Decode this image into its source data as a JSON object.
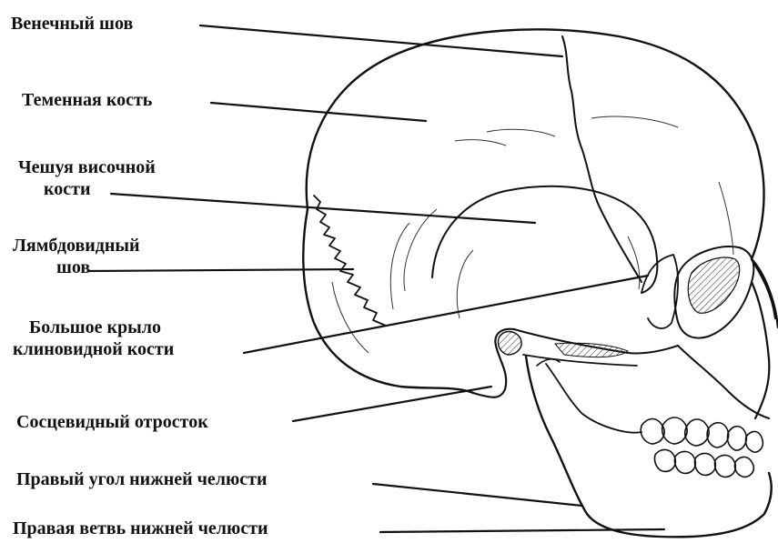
{
  "labels": {
    "coronal_suture": "Венечный шов",
    "parietal_bone": "Теменная кость",
    "temporal_squama_line1": "Чешуя височной",
    "temporal_squama_line2": "кости",
    "lambdoid_suture_line1": "Лямбдовидный",
    "lambdoid_suture_line2": "шов",
    "greater_wing_line1": "Большое крыло",
    "greater_wing_line2": "клиновидной кости",
    "mastoid_process": "Сосцевидный отросток",
    "mandible_angle": "Правый угол нижней челюсти",
    "mandible_ramus": "Правая ветвь нижней челюсти"
  }
}
